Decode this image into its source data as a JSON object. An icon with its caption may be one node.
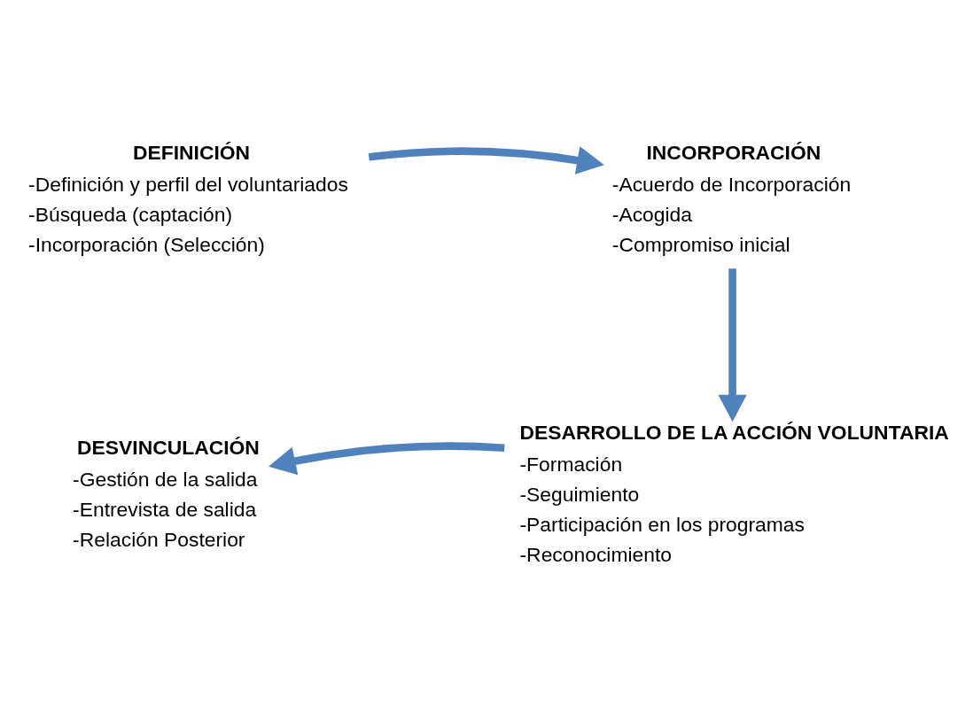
{
  "diagram": {
    "nodes": [
      {
        "text": [
          "DEFINICIÓN",
          "-Definición y perfil del voluntariados",
          "-Búsqueda (captación)",
          "-Incorporación (Selección)"
        ]
      },
      {
        "text": [
          "INCORPORACIÓN",
          "-Acuerdo de Incorporación",
          "-Acogida",
          "-Compromiso inicial"
        ]
      },
      {
        "text": [
          "DESARROLLO DE LA ACCIÓN VOLUNTARIA",
          "-Formación",
          "-Seguimiento",
          "-Participación en los programas",
          "-Reconocimiento"
        ]
      },
      {
        "text": [
          "DESVINCULACIÓN",
          "-Gestión de la salida",
          "-Entrevista de salida",
          "-Relación Posterior"
        ]
      }
    ],
    "edges": [
      {
        "from": 0,
        "to": 1,
        "arrow": "to"
      },
      {
        "from": 1,
        "to": 2,
        "arrow": "to"
      },
      {
        "from": 2,
        "to": 3,
        "arrow": "to"
      }
    ]
  }
}
